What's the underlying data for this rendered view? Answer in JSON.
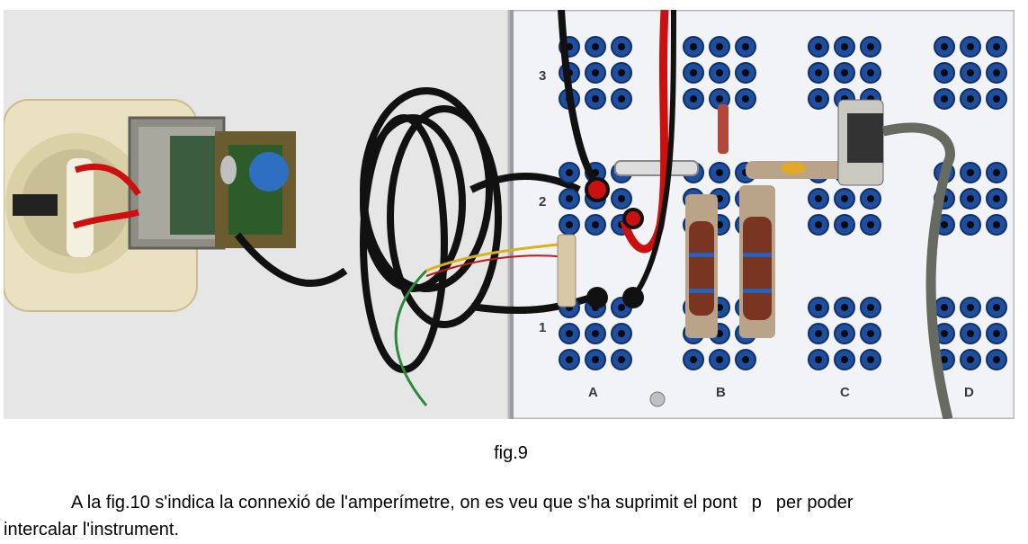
{
  "photo": {
    "board_row_labels": [
      "3",
      "2",
      "1"
    ],
    "board_column_labels": [
      "A",
      "B",
      "C",
      "D"
    ]
  },
  "caption": "fig.9",
  "paragraph": {
    "line1_before": "A la fig.10 s'indica la connexió de l'amperímetre, on es veu que s'ha suprimit el pont",
    "line1_symbol": "p",
    "line1_after": "per poder",
    "line2": "intercalar l'instrument."
  },
  "colors": {
    "board": "#f2f3f6",
    "terminal_blue": "#1f4e9e",
    "wire_red": "#cc1010",
    "wire_black": "#111111",
    "outlet_cream": "#e9e1bf",
    "resistor_brown": "#7a3522"
  }
}
